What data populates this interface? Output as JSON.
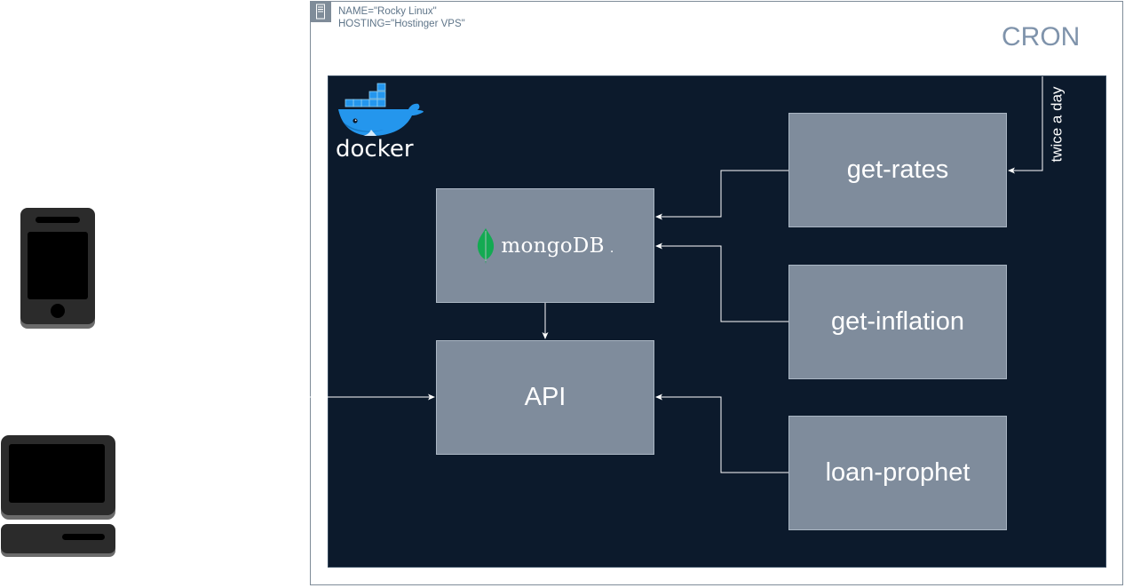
{
  "server": {
    "name_line": "NAME=\"Rocky Linux\"",
    "hosting_line": "HOSTING=\"Hostinger VPS\"",
    "icon": "server-icon"
  },
  "cron": {
    "label": "CRON",
    "schedule_label": "twice a day"
  },
  "docker": {
    "logo_text": "docker",
    "icon": "docker-whale-icon"
  },
  "services": {
    "mongodb": {
      "text": "mongoDB",
      "icon": "mongodb-leaf-icon"
    },
    "api": {
      "label": "API"
    },
    "get_rates": {
      "label": "get-rates"
    },
    "get_inflation": {
      "label": "get-inflation"
    },
    "loan_prophet": {
      "label": "loan-prophet"
    }
  },
  "clients": {
    "phone_icon": "smartphone-icon",
    "desktop_icon": "desktop-computer-icon"
  },
  "colors": {
    "docker_background": "#0c1a2c",
    "service_box": "#7f8c9c",
    "frame_border": "#7f8c99",
    "cron_text": "#7f93ab",
    "connector": "#ffffff"
  }
}
